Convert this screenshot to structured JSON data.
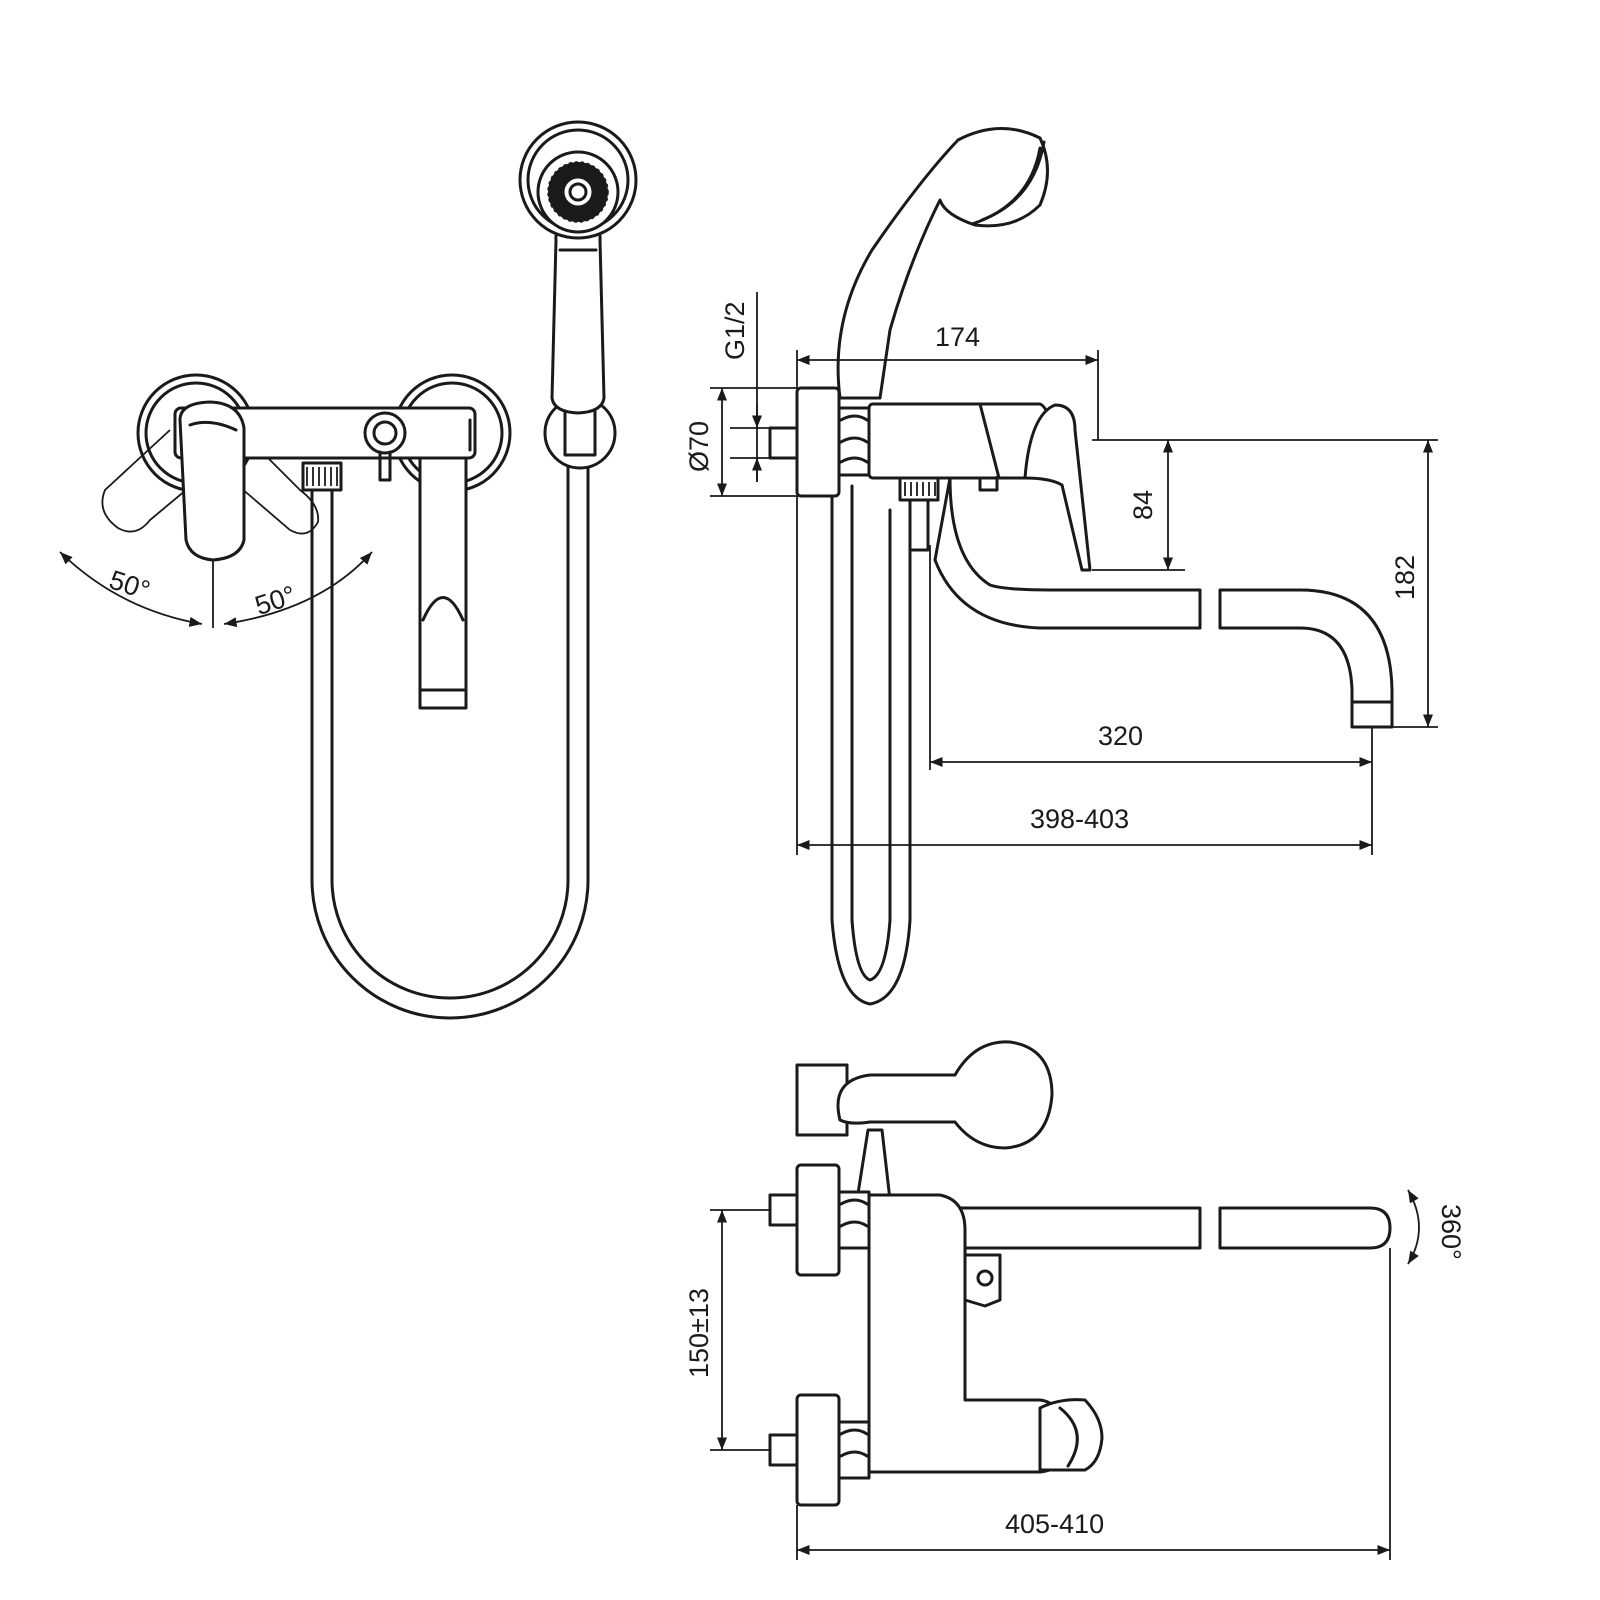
{
  "diagram": {
    "front_view": {
      "angle_left": "50°",
      "angle_right": "50°"
    },
    "side_view": {
      "thread": "G1/2",
      "diameter": "Ø70",
      "handle_depth": "174",
      "lever_to_spout": "84",
      "total_height": "182",
      "spout_reach": "320",
      "overall_depth": "398-403"
    },
    "top_view": {
      "rotation": "360°",
      "inlet_centres": "150±13",
      "overall_length": "405-410"
    },
    "line_color": "#1a1a1a",
    "background_color": "#ffffff"
  }
}
